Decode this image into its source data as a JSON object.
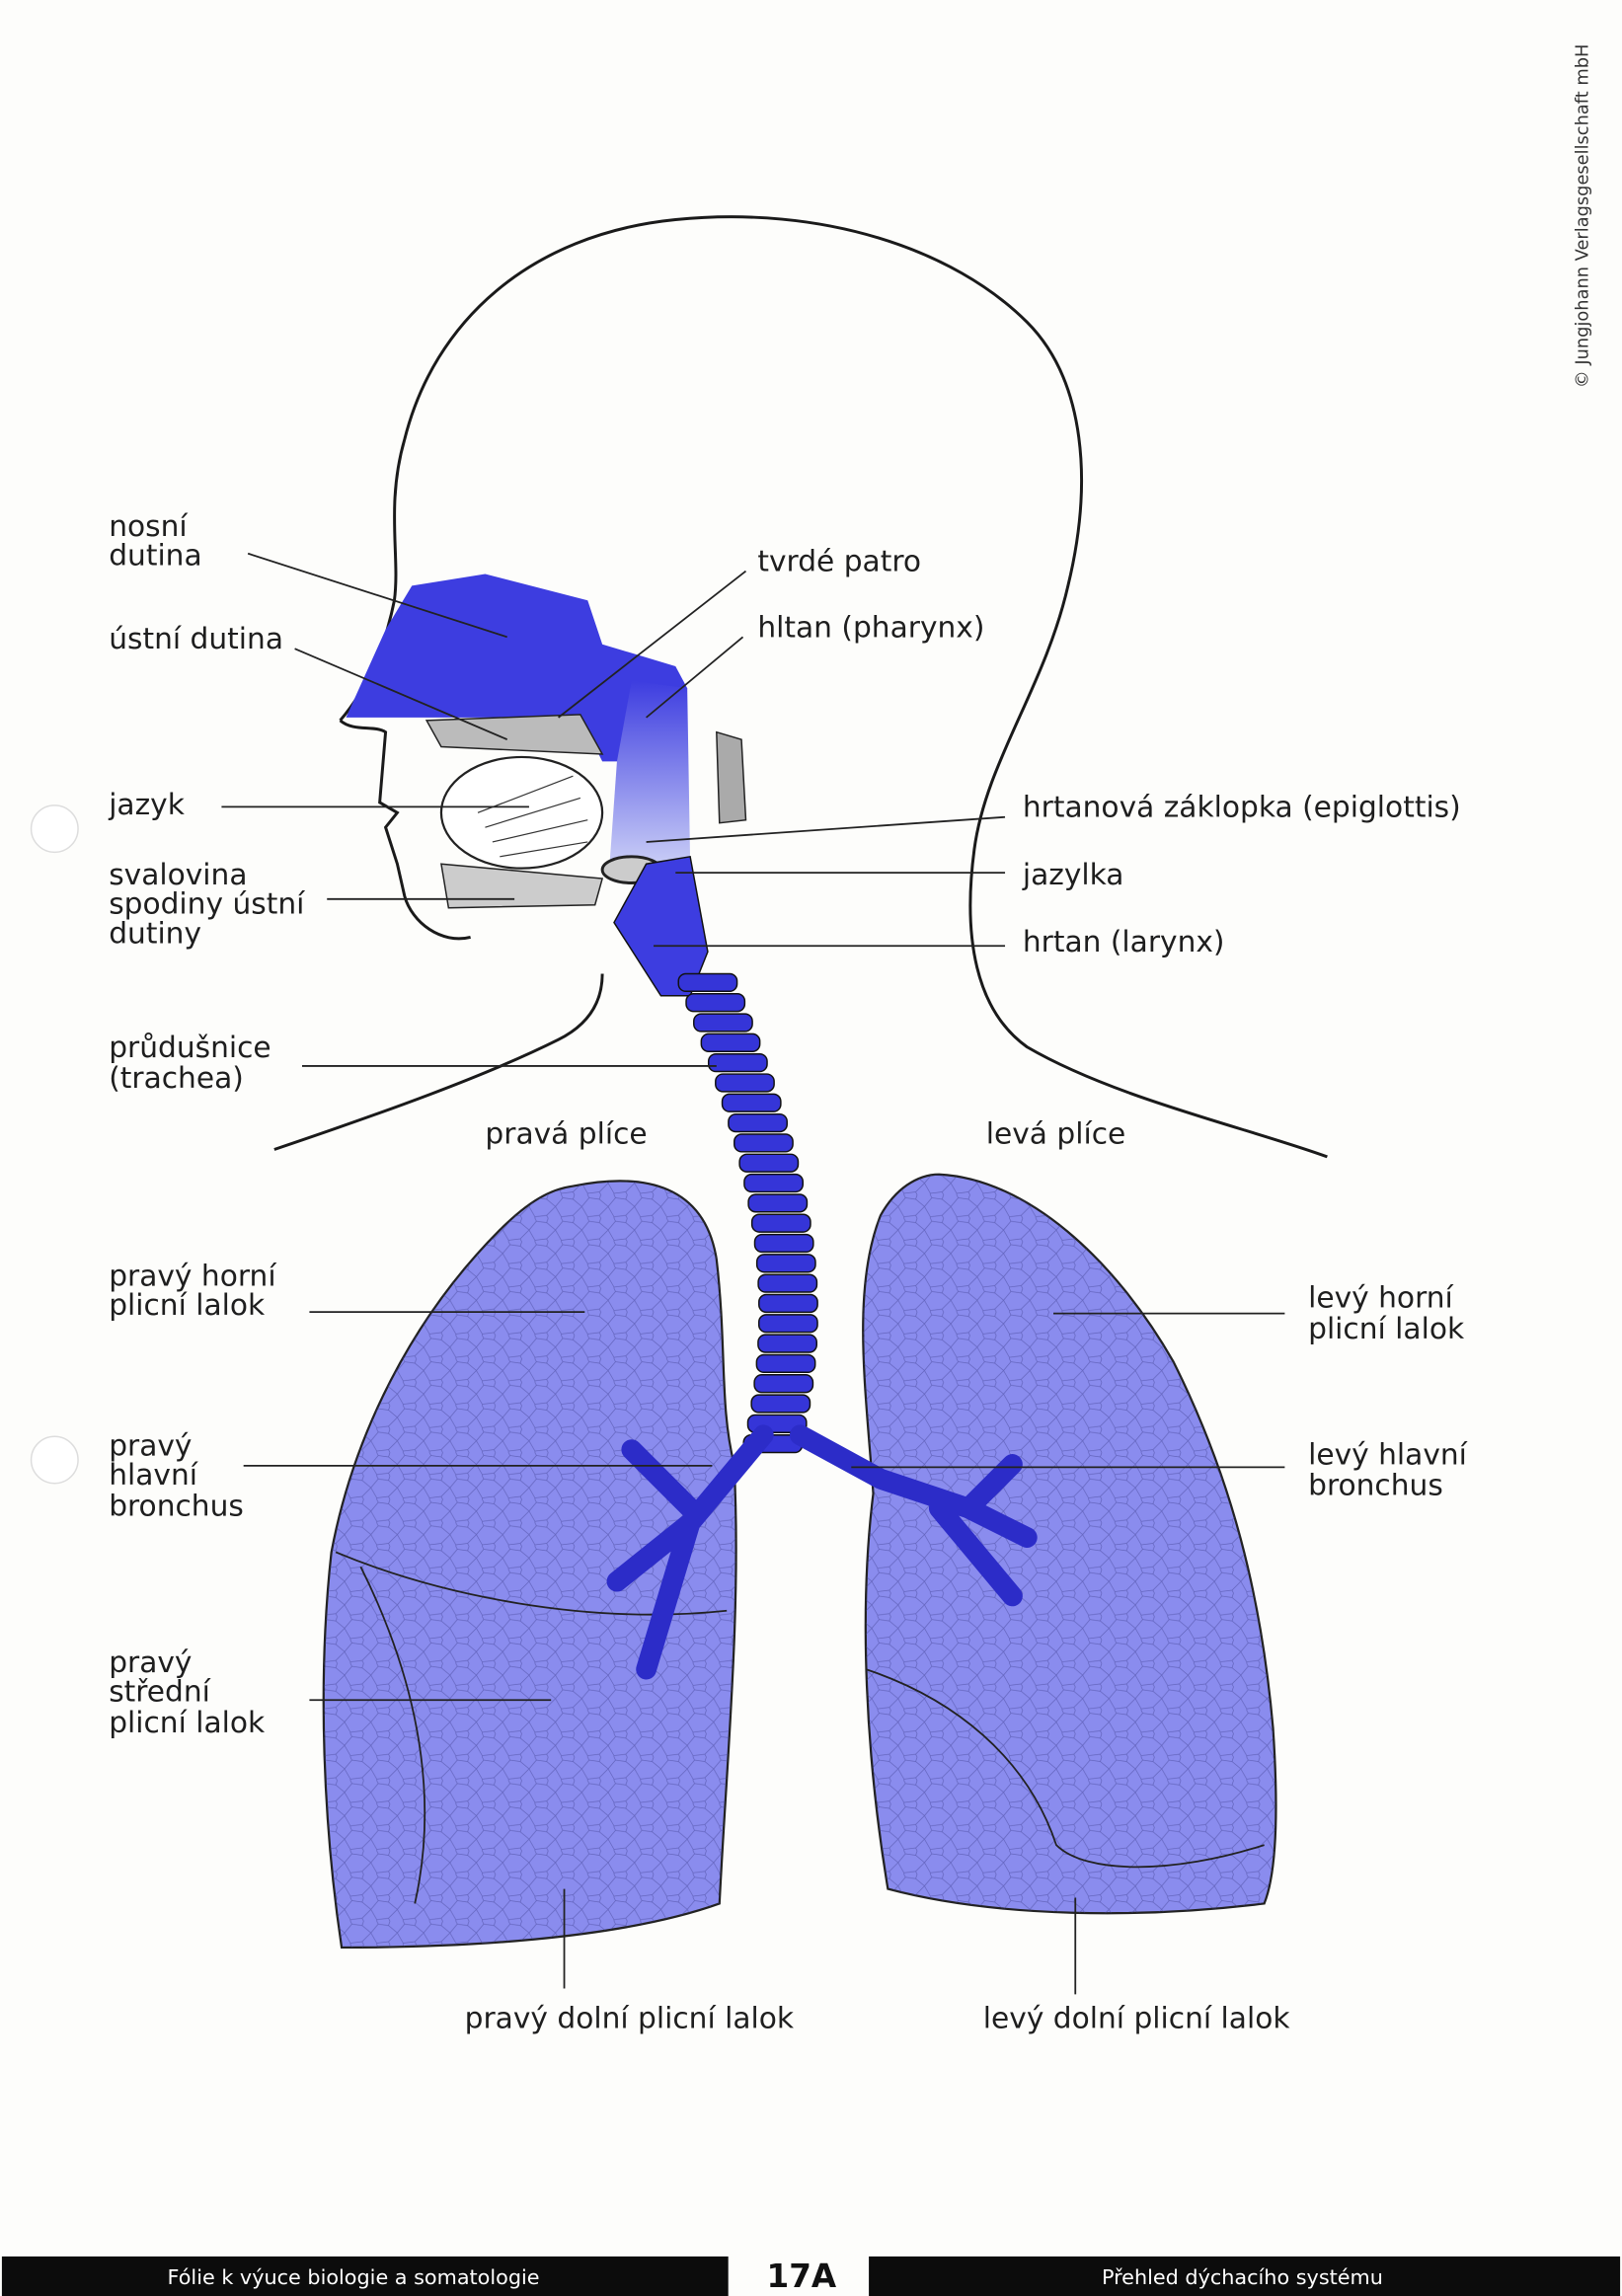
{
  "copyright": "© Jungjohann Verlagsgesellschaft mbH",
  "labels_left": {
    "nosni_dutina": [
      "nosní",
      "dutina"
    ],
    "ustni_dutina": "ústní dutina",
    "jazyk": "jazyk",
    "svalovina": [
      "svalovina",
      "spodiny ústní",
      "dutiny"
    ],
    "prudusnice": [
      "průdušnice",
      "(trachea)"
    ],
    "pravy_horni": [
      "pravý horní",
      "plicní lalok"
    ],
    "pravy_hlavni": [
      "pravý",
      "hlavní",
      "bronchus"
    ],
    "pravy_stredni": [
      "pravý",
      "střední",
      "plicní  lalok"
    ]
  },
  "labels_right": {
    "tvrde_patro": "tvrdé patro",
    "hltan": "hltan (pharynx)",
    "epiglottis": "hrtanová záklopka (epiglottis)",
    "jazylka": "jazylka",
    "hrtan": "hrtan (larynx)",
    "levy_horni": [
      "levý horní",
      "plicní lalok"
    ],
    "levy_hlavni": [
      "levý hlavní",
      "bronchus"
    ]
  },
  "labels_center": {
    "prava_plice": "pravá plíce",
    "leva_plice": "levá plíce",
    "pravy_dolni": "pravý  dolní  plicní lalok",
    "levy_dolni": "levý dolní plicní lalok"
  },
  "footer": {
    "left": "Fólie k výuce biologie a somatologie",
    "number": "17A",
    "right": "Přehled dýchacího systému"
  },
  "colors": {
    "blue": "#3d3de0",
    "lung": "#8888ee",
    "light_blue": "#aab0f2"
  }
}
